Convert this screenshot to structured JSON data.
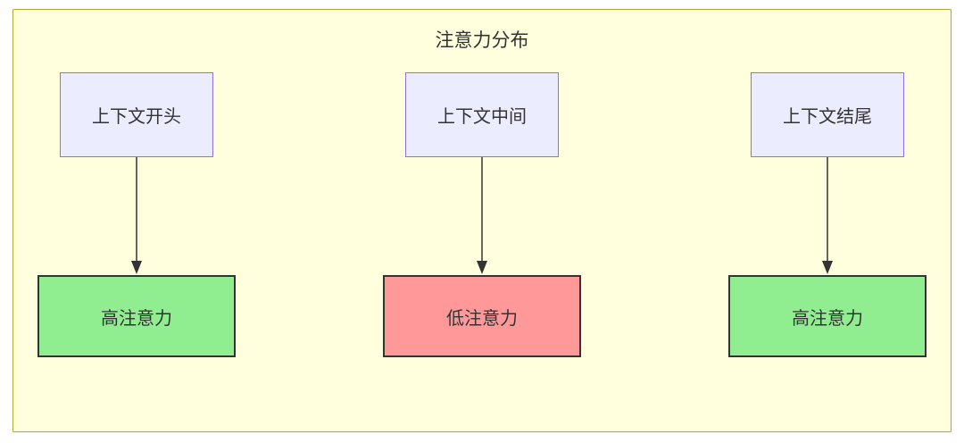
{
  "diagram": {
    "title": "注意力分布",
    "columns": [
      {
        "top": "上下文开头",
        "bottom": "高注意力",
        "bottom_type": "high"
      },
      {
        "top": "上下文中间",
        "bottom": "低注意力",
        "bottom_type": "low"
      },
      {
        "top": "上下文结尾",
        "bottom": "高注意力",
        "bottom_type": "high"
      }
    ],
    "colors": {
      "container_fill": "#ffffde",
      "container_border": "#aaaa33",
      "top_node_fill": "#ececff",
      "top_node_border": "#9370db",
      "high_attention_fill": "#90ee90",
      "low_attention_fill": "#ff9999",
      "bottom_node_border": "#333333",
      "arrow_color": "#333333",
      "text_color": "#333333"
    }
  }
}
